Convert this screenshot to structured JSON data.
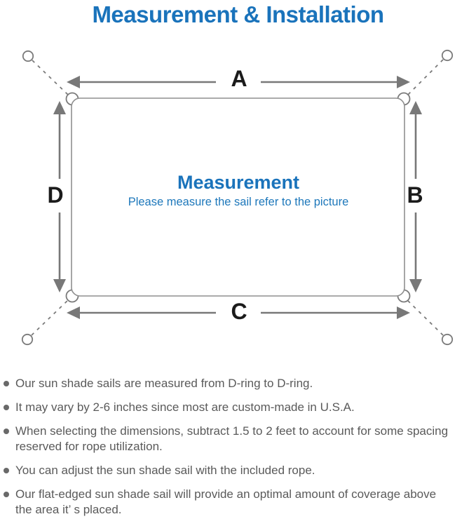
{
  "title": "Measurement & Installation",
  "colors": {
    "accent_blue": "#1a73bb",
    "note_text_gray": "#5a5a5a",
    "diagram_line_gray": "#7a7a7a",
    "dimension_label_black": "#1b1b1b"
  },
  "diagram": {
    "center_title": "Measurement",
    "center_subtitle": "Please measure the sail refer to the picture",
    "labels": {
      "top": "A",
      "right": "B",
      "bottom": "C",
      "left": "D"
    },
    "icons": [
      "anchor-point-circle-icon",
      "rope-dashed-line",
      "d-ring-icon",
      "dimension-arrow"
    ]
  },
  "notes": [
    "Our sun shade sails are measured from D-ring to D-ring.",
    "It may vary by 2-6 inches since most are custom-made in U.S.A.",
    "When selecting the dimensions, subtract 1.5 to 2 feet to account for some spacing reserved for rope utilization.",
    "You can adjust the sun shade sail with the included rope.",
    "Our flat-edged sun shade sail will provide an optimal amount of coverage above the area it’ s placed."
  ]
}
